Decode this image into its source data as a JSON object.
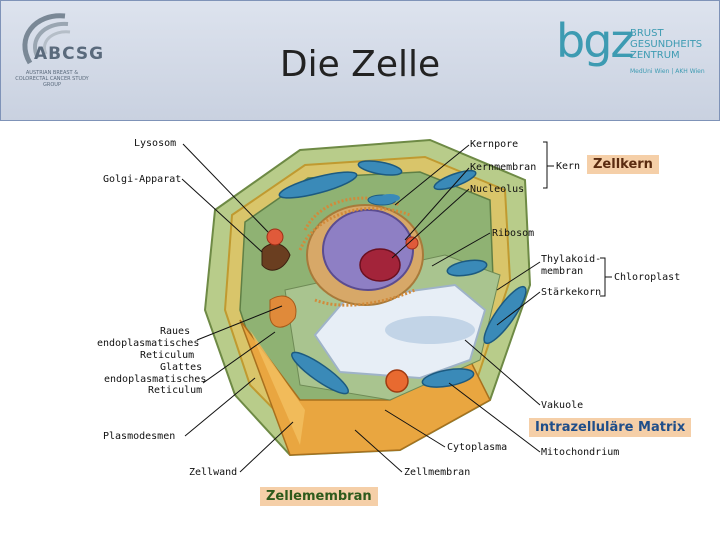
{
  "header": {
    "title": "Die Zelle",
    "logo_left": {
      "name": "ABCSG",
      "subtitle": "AUSTRIAN BREAST & COLORECTAL CANCER STUDY GROUP"
    },
    "logo_right": {
      "name": "bgz",
      "line1": "BRUST",
      "line2": "GESUNDHEITS",
      "line3": "ZENTRUM",
      "subtitle": "MedUni Wien | AKH Wien"
    }
  },
  "labels": {
    "lysosom": "Lysosom",
    "golgi": "Golgi-Apparat",
    "raues1": "Raues",
    "raues2": "endoplasmatisches",
    "raues3": "Reticulum",
    "glattes1": "Glattes",
    "glattes2": "endoplasmatisches",
    "glattes3": "Reticulum",
    "plasmodesmen": "Plasmodesmen",
    "zellwand": "Zellwand",
    "kernpore": "Kernpore",
    "kernmembran": "Kernmembran",
    "nucleolus": "Nucleolus",
    "kern": "Kern",
    "ribosom": "Ribosom",
    "thylakoid1": "Thylakoid-",
    "thylakoid2": "membran",
    "chloroplast": "Chloroplast",
    "staerkekorn": "Stärkekorn",
    "vakuole": "Vakuole",
    "cytoplasma": "Cytoplasma",
    "mitochondrium": "Mitochondrium",
    "zellmembran": "Zellmembran"
  },
  "callouts": {
    "zellkern": "Zellkern",
    "matrix": "Intrazelluläre Matrix",
    "zellemembran": "Zellemembran"
  }
}
